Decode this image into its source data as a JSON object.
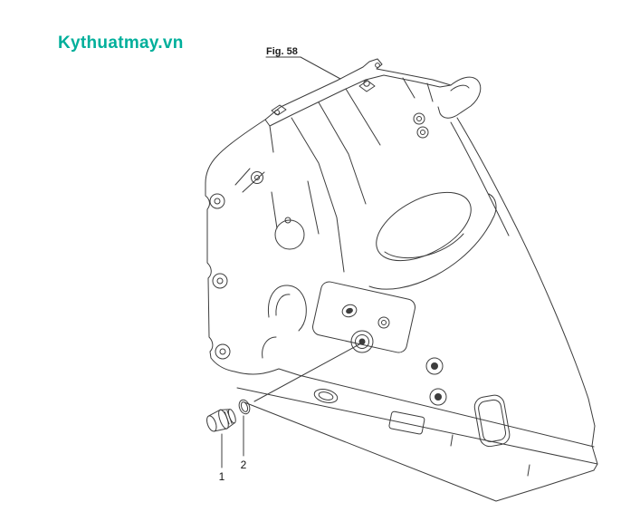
{
  "brand": {
    "logo_text": "Kythuatmay.vn",
    "logo_color": "#00AF9B"
  },
  "figure": {
    "label": "Fig. 58"
  },
  "parts": [
    {
      "number": "1"
    },
    {
      "number": "2"
    }
  ],
  "drawing": {
    "line_color": "#3D3D3D",
    "background": "#FFFFFF"
  }
}
